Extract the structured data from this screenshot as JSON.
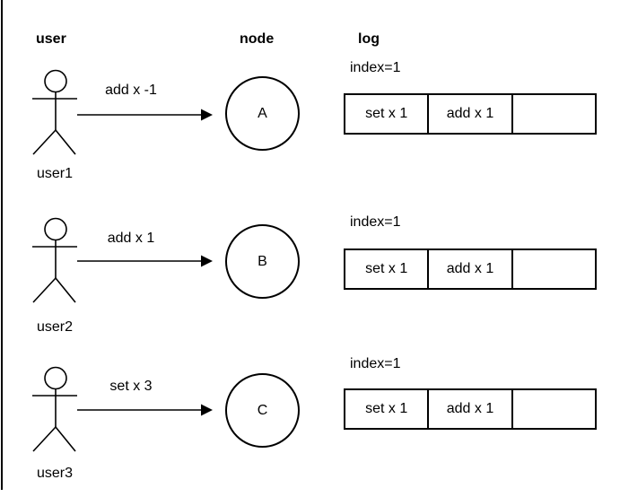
{
  "diagram": {
    "colors": {
      "stroke": "#000000",
      "background": "#ffffff",
      "text": "#000000"
    },
    "columns": {
      "user": "user",
      "node": "node",
      "log": "log"
    },
    "rows": [
      {
        "user": "user1",
        "message": "add x -1",
        "node": "A",
        "log": {
          "index": "index=1",
          "cells": [
            "set x 1",
            "add x 1",
            ""
          ]
        }
      },
      {
        "user": "user2",
        "message": "add x 1",
        "node": "B",
        "log": {
          "index": "index=1",
          "cells": [
            "set x 1",
            "add x 1",
            ""
          ]
        }
      },
      {
        "user": "user3",
        "message": "set x 3",
        "node": "C",
        "log": {
          "index": "index=1",
          "cells": [
            "set x 1",
            "add x 1",
            ""
          ]
        }
      }
    ]
  }
}
